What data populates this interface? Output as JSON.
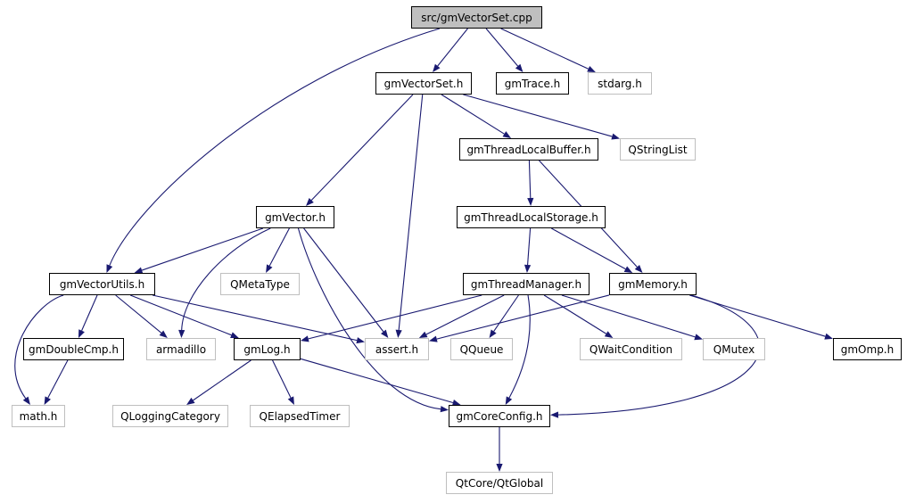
{
  "diagram": {
    "type": "include-dependency-graph",
    "colors": {
      "edge": "#191970",
      "root_fill": "#bfbfbf",
      "node_border": "#000000",
      "external_border": "#bfbfbf"
    },
    "nodes": [
      {
        "id": "root",
        "label": "src/gmVectorSet.cpp",
        "kind": "root"
      },
      {
        "id": "vectorset_h",
        "label": "gmVectorSet.h",
        "kind": "project"
      },
      {
        "id": "trace_h",
        "label": "gmTrace.h",
        "kind": "project"
      },
      {
        "id": "stdarg_h",
        "label": "stdarg.h",
        "kind": "external"
      },
      {
        "id": "tlbuffer_h",
        "label": "gmThreadLocalBuffer.h",
        "kind": "project"
      },
      {
        "id": "qstringlist",
        "label": "QStringList",
        "kind": "external"
      },
      {
        "id": "vector_h",
        "label": "gmVector.h",
        "kind": "project"
      },
      {
        "id": "tlstorage_h",
        "label": "gmThreadLocalStorage.h",
        "kind": "project"
      },
      {
        "id": "vectorutils_h",
        "label": "gmVectorUtils.h",
        "kind": "project"
      },
      {
        "id": "qmetatype",
        "label": "QMetaType",
        "kind": "external"
      },
      {
        "id": "threadmanager_h",
        "label": "gmThreadManager.h",
        "kind": "project"
      },
      {
        "id": "memory_h",
        "label": "gmMemory.h",
        "kind": "project"
      },
      {
        "id": "doublecmp_h",
        "label": "gmDoubleCmp.h",
        "kind": "project"
      },
      {
        "id": "armadillo",
        "label": "armadillo",
        "kind": "external"
      },
      {
        "id": "log_h",
        "label": "gmLog.h",
        "kind": "project"
      },
      {
        "id": "assert_h",
        "label": "assert.h",
        "kind": "external"
      },
      {
        "id": "qqueue",
        "label": "QQueue",
        "kind": "external"
      },
      {
        "id": "qwaitcondition",
        "label": "QWaitCondition",
        "kind": "external"
      },
      {
        "id": "qmutex",
        "label": "QMutex",
        "kind": "external"
      },
      {
        "id": "omp_h",
        "label": "gmOmp.h",
        "kind": "project"
      },
      {
        "id": "math_h",
        "label": "math.h",
        "kind": "external"
      },
      {
        "id": "qloggingcategory",
        "label": "QLoggingCategory",
        "kind": "external"
      },
      {
        "id": "qelapsedtimer",
        "label": "QElapsedTimer",
        "kind": "external"
      },
      {
        "id": "coreconfig_h",
        "label": "gmCoreConfig.h",
        "kind": "project"
      },
      {
        "id": "qtglobal",
        "label": "QtCore/QtGlobal",
        "kind": "external"
      }
    ],
    "edges": [
      {
        "from": "root",
        "to": "vectorset_h"
      },
      {
        "from": "root",
        "to": "trace_h"
      },
      {
        "from": "root",
        "to": "stdarg_h"
      },
      {
        "from": "root",
        "to": "vectorutils_h"
      },
      {
        "from": "vectorset_h",
        "to": "tlbuffer_h"
      },
      {
        "from": "vectorset_h",
        "to": "qstringlist"
      },
      {
        "from": "vectorset_h",
        "to": "vector_h"
      },
      {
        "from": "vectorset_h",
        "to": "assert_h"
      },
      {
        "from": "tlbuffer_h",
        "to": "tlstorage_h"
      },
      {
        "from": "tlbuffer_h",
        "to": "memory_h"
      },
      {
        "from": "tlstorage_h",
        "to": "threadmanager_h"
      },
      {
        "from": "tlstorage_h",
        "to": "memory_h"
      },
      {
        "from": "vector_h",
        "to": "vectorutils_h"
      },
      {
        "from": "vector_h",
        "to": "qmetatype"
      },
      {
        "from": "vector_h",
        "to": "armadillo"
      },
      {
        "from": "vector_h",
        "to": "assert_h"
      },
      {
        "from": "vector_h",
        "to": "coreconfig_h"
      },
      {
        "from": "vectorutils_h",
        "to": "math_h"
      },
      {
        "from": "vectorutils_h",
        "to": "doublecmp_h"
      },
      {
        "from": "vectorutils_h",
        "to": "armadillo"
      },
      {
        "from": "vectorutils_h",
        "to": "log_h"
      },
      {
        "from": "vectorutils_h",
        "to": "assert_h"
      },
      {
        "from": "doublecmp_h",
        "to": "math_h"
      },
      {
        "from": "log_h",
        "to": "qloggingcategory"
      },
      {
        "from": "log_h",
        "to": "qelapsedtimer"
      },
      {
        "from": "log_h",
        "to": "coreconfig_h"
      },
      {
        "from": "threadmanager_h",
        "to": "log_h"
      },
      {
        "from": "threadmanager_h",
        "to": "assert_h"
      },
      {
        "from": "threadmanager_h",
        "to": "qqueue"
      },
      {
        "from": "threadmanager_h",
        "to": "qwaitcondition"
      },
      {
        "from": "threadmanager_h",
        "to": "qmutex"
      },
      {
        "from": "threadmanager_h",
        "to": "coreconfig_h"
      },
      {
        "from": "memory_h",
        "to": "assert_h"
      },
      {
        "from": "memory_h",
        "to": "omp_h"
      },
      {
        "from": "memory_h",
        "to": "coreconfig_h"
      },
      {
        "from": "coreconfig_h",
        "to": "qtglobal"
      }
    ]
  }
}
